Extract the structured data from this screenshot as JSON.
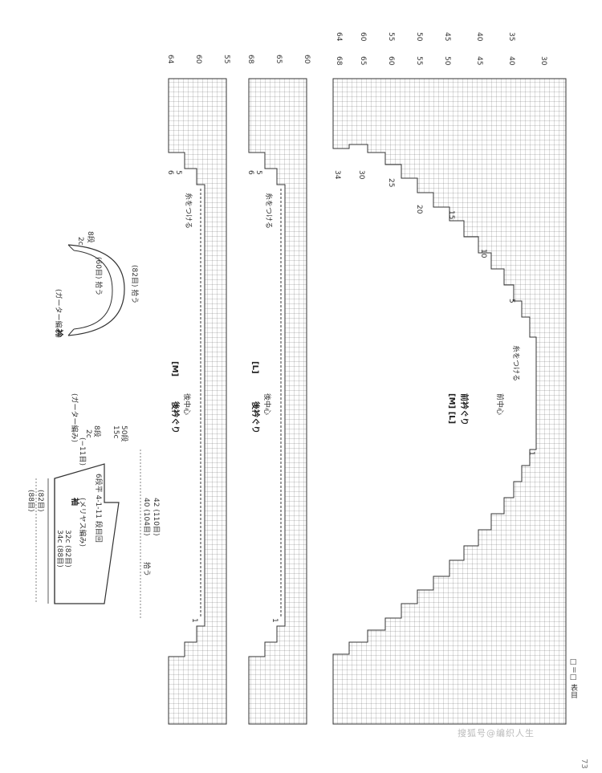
{
  "sleeve": {
    "title": "袖",
    "subtitle": "(メリヤス編み)",
    "border": "(ガーター編み)",
    "top_m": "(82目)",
    "top_l": "(88目)",
    "width_m": "32c (82目)",
    "width_l": "34c (88目)",
    "dec_step": "(−11目)",
    "border_h": "2c",
    "border_rows": "8段",
    "length": "15c",
    "length_rows": "50段",
    "dec_rule": "6段平 4-1-11 段目回",
    "cast_m": "40 (104目)",
    "cast_l": "42 (110目)",
    "pickup": "拾う"
  },
  "collar": {
    "title": "衿",
    "border": "(ガーター編み)",
    "inner": "(60目) 拾う",
    "outer": "(82目) 拾う",
    "width": "2c",
    "rows": "8段"
  },
  "chart_m": {
    "size": "[M]",
    "title": "後衿ぐり",
    "center": "後中心",
    "attach": "糸をつける",
    "top_rows": [
      "64",
      "60",
      "55"
    ],
    "side_rows": [
      "6",
      "5",
      "1"
    ]
  },
  "chart_l": {
    "size": "[L]",
    "title": "後衿ぐり",
    "center": "後中心",
    "attach": "糸をつける",
    "top_rows": [
      "68",
      "65",
      "60"
    ],
    "side_rows": [
      "6",
      "5",
      "1"
    ]
  },
  "chart_front": {
    "size": "[M] [L]",
    "title": "前衿ぐり",
    "center": "前中心",
    "attach": "糸をつける",
    "top_rows": [
      "64",
      "68",
      "60",
      "65",
      "55",
      "60",
      "50",
      "55",
      "45",
      "50",
      "40",
      "45",
      "35",
      "40",
      "30"
    ],
    "side_rows": [
      "34",
      "30",
      "25",
      "20",
      "15",
      "10",
      "5",
      "1"
    ]
  },
  "legend": "□＝□ 表目",
  "page_number": "73",
  "watermark": "搜狐号@编织人生"
}
